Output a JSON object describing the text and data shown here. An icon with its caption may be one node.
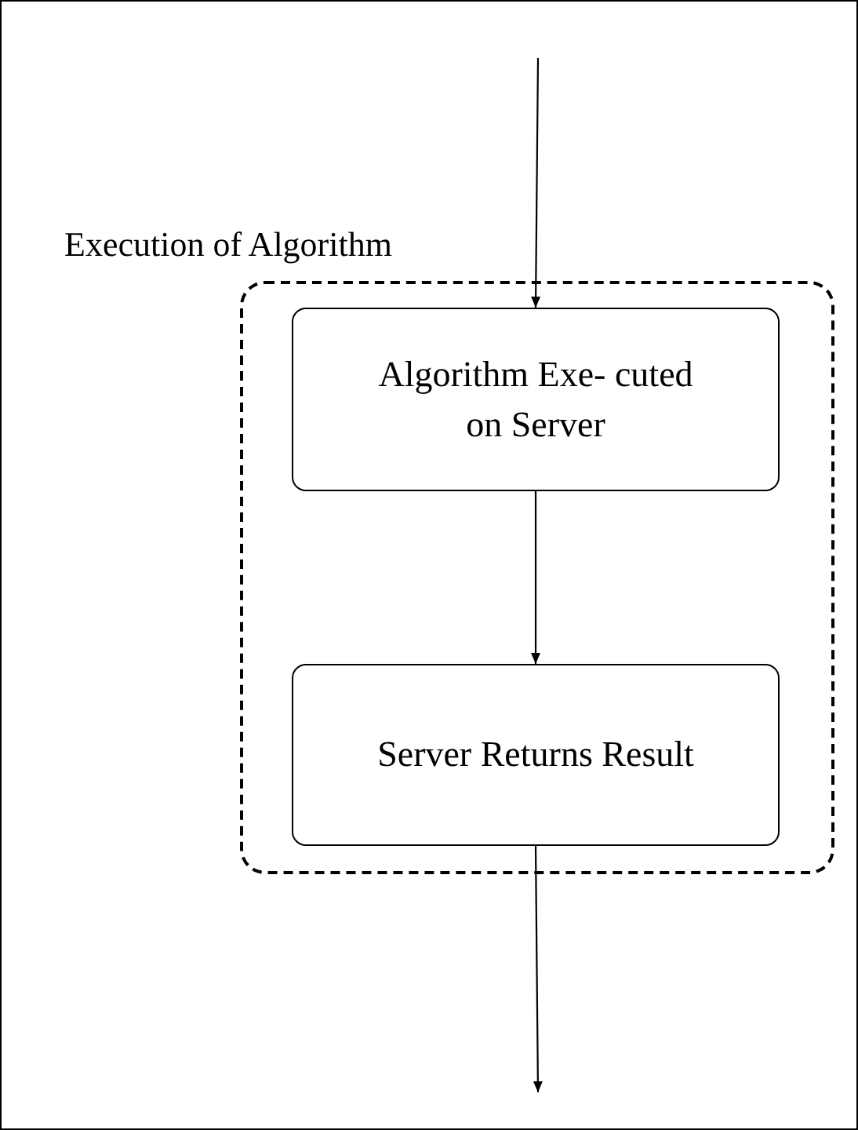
{
  "diagram": {
    "nodes": [
      {
        "text": [
          "Execution of Algorithm"
        ]
      },
      {
        "text": [
          "Algorithm Exe- cuted on Server"
        ],
        "in": 0
      },
      {
        "text": [
          "Server Returns Result"
        ],
        "in": 0
      }
    ],
    "edges": [
      {
        "from": null,
        "to": 1,
        "arrow": "to"
      },
      {
        "from": 1,
        "to": 2,
        "arrow": "to"
      },
      {
        "from": 2,
        "to": null,
        "arrow": "to"
      }
    ]
  }
}
